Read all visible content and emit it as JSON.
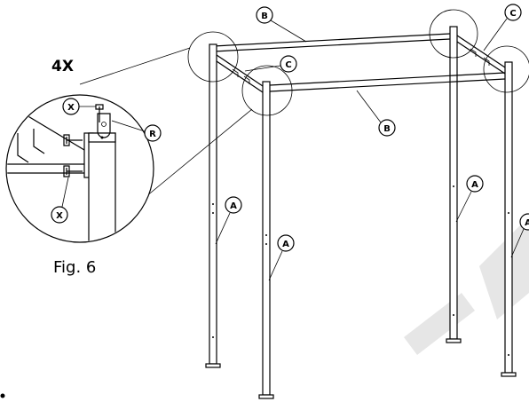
{
  "detail": {
    "quantity": "4X",
    "caption": "Fig. 6",
    "bolt_label_top": "X",
    "bolt_label_bottom": "X",
    "bracket_label": "R"
  },
  "parts": {
    "post_front_left": "A",
    "post_front_right": "A",
    "post_back_left": "A",
    "post_back_right": "A",
    "crossbar_back": "B",
    "crossbar_front": "B",
    "side_bar_left": "C",
    "side_bar_right": "C"
  },
  "watermark": {
    "color": "#e6e6e6"
  }
}
